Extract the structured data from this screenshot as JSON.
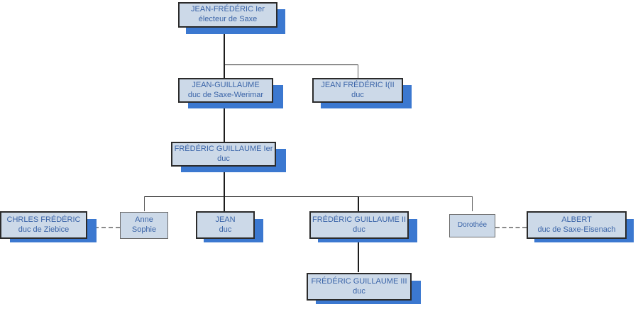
{
  "diagram": {
    "type": "genealogy-tree",
    "title": "",
    "colors": {
      "node_fill": "#ccd9e8",
      "node_border": "#4a4a4a",
      "node_text": "#3a64a8",
      "shadow": "#3b78d0",
      "connector": "#5a5a5a",
      "connector_dark": "#1c1c1c",
      "marriage_link": "#8a8a8a",
      "background": "#ffffff"
    },
    "nodes": {
      "jean_frederic_ier": {
        "line1": "JEAN-FRÉDÉRIC Ier",
        "line2": "électeur de Saxe"
      },
      "jean_guillaume": {
        "line1": "JEAN-GUILLAUME",
        "line2": "duc de Saxe-Werimar"
      },
      "jean_frederic_i_ii": {
        "line1": "JEAN FRÉDÉRIC I(II",
        "line2": "duc"
      },
      "frederic_guillaume_ier": {
        "line1": "FRÉDÉRIC GUILLAUME Ier",
        "line2": "duc"
      },
      "charles_frederic": {
        "line1": "CHRLES FRÉDÉRIC",
        "line2": "duc de Ziebice"
      },
      "anne_sophie": {
        "line1": "Anne",
        "line2": "Sophie"
      },
      "jean": {
        "line1": "JEAN",
        "line2": "duc"
      },
      "frederic_guillaume_ii": {
        "line1": "FRÉDÉRIC GUILLAUME II",
        "line2": "duc"
      },
      "dorothee": {
        "line1": "Dorothée",
        "line2": ""
      },
      "albert": {
        "line1": "ALBERT",
        "line2": "duc de Saxe-Eisenach"
      },
      "frederic_guillaume_iii": {
        "line1": "FRÉDÉRIC GUILLAUME III",
        "line2": "duc"
      }
    }
  }
}
